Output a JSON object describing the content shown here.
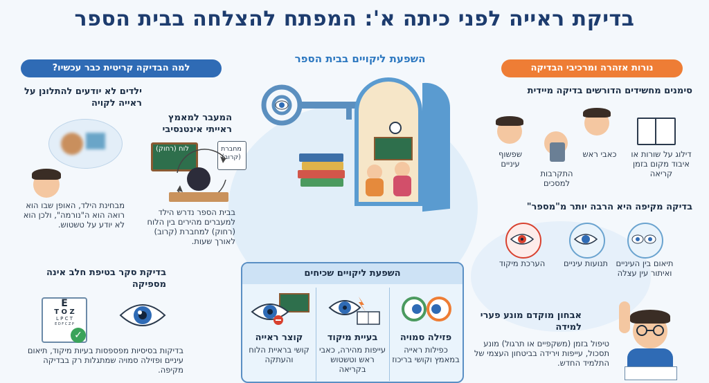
{
  "title": "בדיקת ראייה לפני כיתה א': המפתח להצלחה בבית הספר",
  "left_section": {
    "pill": "למה הבדיקה קריטית כבר עכשיו?",
    "kids_complain_title": "ילדים לא יודעים להתלונן על ראייה לקויה",
    "kids_complain_text": "מבחינת הילד, האופן שבו הוא רואה הוא ה\"נורמה\", ולכן הוא לא יודע על טשטוש.",
    "transition_title": "המעבר למאמץ ראייתי אינטנסיבי",
    "board_label": "לוח (רחוק)",
    "notebook_label": "מחברת (קרוב)",
    "transition_text": "בבית הספר נדרש הילד למעברים מהירים בין הלוח (רחוק) למחברת (קרוב) לאורך שעות.",
    "screening_title": "בדיקת סקר בטיפת חלב אינה מספיקה",
    "screening_text": "בדיקות בסיסיות מפספסות בעיות מיקוד, תיאום עיניים ופזילה סמויה שמתגלות רק בבדיקה מקיפה.",
    "eye_chart_rows": [
      "E",
      "T O Z",
      "L P C T",
      "E D F C Z P"
    ]
  },
  "center_section": {
    "title": "השפעת ליקויים בבית הספר",
    "box_title": "השפעת ליקויים שכיחים",
    "columns": [
      {
        "title": "פזילה סמויה",
        "text": "כפילות ראייה במאמץ וקושי בריכוז"
      },
      {
        "title": "בעיית מיקוד",
        "text": "עייפות מהירה, כאבי ראש וטשטוש בקריאה"
      },
      {
        "title": "קוצר ראייה",
        "text": "קושי בראיית הלוח והעתקה"
      }
    ]
  },
  "right_section": {
    "pill": "נורות אזהרה ומרכיבי הבדיקה",
    "signs_title": "סימנים מחשידים הדורשים בדיקה מיידית",
    "signs": [
      "דילוג על שורות או איבוד מקום בזמן קריאה",
      "כאבי ראש",
      "התקרבות למסכים",
      "שפשוף עיניים"
    ],
    "comprehensive_title": "בדיקה מקיפה היא הרבה יותר מ\"מספר\"",
    "components": [
      "תיאום בין העיניים ואיתור עין עצלה",
      "תנועות עיניים",
      "הערכת מיקוד"
    ],
    "early_title": "אבחון מוקדם מונע פערי למידה",
    "early_text": "טיפול בזמן (משקפיים או תרגול) מונע תסכול, עייפות וירידה בביטחון העצמי של התלמיד החדש."
  },
  "colors": {
    "title": "#1d3c6e",
    "left_pill": "#2f6bb5",
    "right_pill": "#ee7d35",
    "center_title": "#2d78c0",
    "accent_blue": "#2f6bb5"
  }
}
